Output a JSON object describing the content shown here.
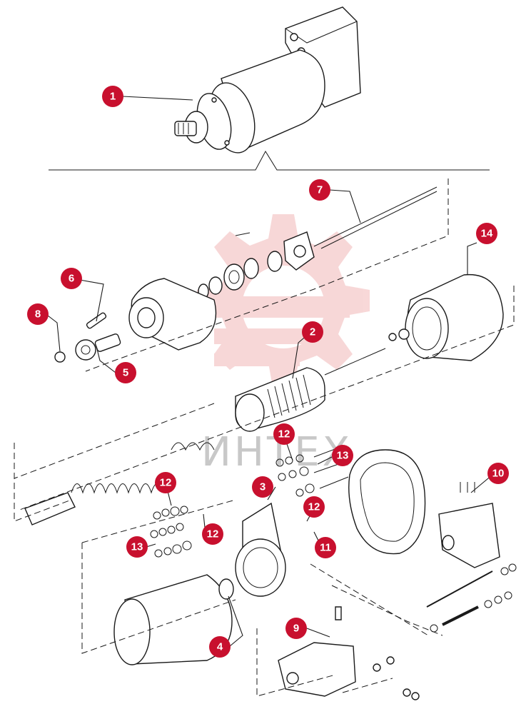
{
  "colors": {
    "callout": "#c8102e",
    "watermark": "#f2b8b8",
    "ink": "#1a1a1a"
  },
  "watermark": {
    "text": "ИНТЕХ"
  },
  "callouts": {
    "c1": "1",
    "c2": "2",
    "c3": "3",
    "c4": "4",
    "c5": "5",
    "c6": "6",
    "c7": "7",
    "c8": "8",
    "c9": "9",
    "c10": "10",
    "c11": "11",
    "c12a": "12",
    "c12b": "12",
    "c12c": "12",
    "c12d": "12",
    "c13a": "13",
    "c13b": "13",
    "c14": "14"
  }
}
